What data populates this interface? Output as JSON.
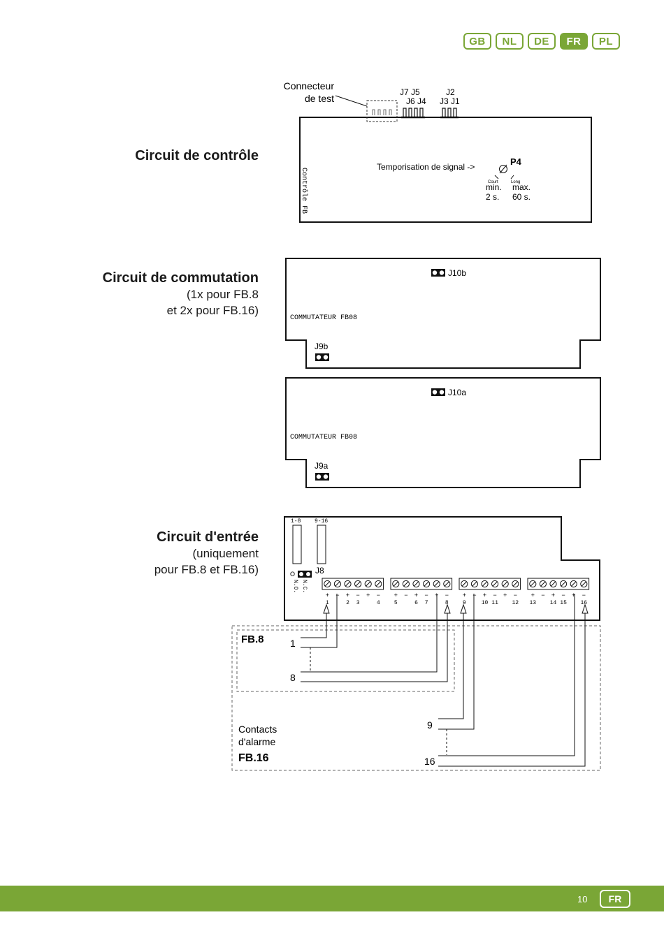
{
  "languages": [
    {
      "code": "GB",
      "active": false
    },
    {
      "code": "NL",
      "active": false
    },
    {
      "code": "DE",
      "active": false
    },
    {
      "code": "FR",
      "active": true
    },
    {
      "code": "PL",
      "active": false
    }
  ],
  "sections": {
    "control": {
      "title": "Circuit de contrôle"
    },
    "switching": {
      "title": "Circuit de commutation",
      "sub1": "(1x pour FB.8",
      "sub2": "et 2x pour FB.16)"
    },
    "input": {
      "title": "Circuit d'entrée",
      "sub1": "(uniquement",
      "sub2": "pour FB.8 et FB.16)"
    }
  },
  "control_board": {
    "test_connector_line1": "Connecteur",
    "test_connector_line2": "de test",
    "j7_j5": "J7  J5",
    "j6_j4": "J6  J4",
    "j2": "J2",
    "j3_j1": "J3  J1",
    "board_label": "Contrôle FB",
    "timer_label": "Temporisation de signal  ->",
    "pot": "P4",
    "court": "Court",
    "long": "Long",
    "min": "min.",
    "max": "max.",
    "min_val": "2 s.",
    "max_val": "60 s."
  },
  "switch_board_b": {
    "jumper_top": "J10b",
    "label": "COMMUTATEUR FB08",
    "jumper_bottom": "J9b"
  },
  "switch_board_a": {
    "jumper_top": "J10a",
    "label": "COMMUTATEUR FB08",
    "jumper_bottom": "J9a"
  },
  "input_board": {
    "slot1": "1-8",
    "slot2": "9-16",
    "j8": "J8",
    "nc": "N.C.",
    "no": "N.O.",
    "o_mark": "O",
    "terminal_numbers": [
      "1",
      "2",
      "3",
      "4",
      "5",
      "6",
      "7",
      "8",
      "9",
      "10",
      "11",
      "12",
      "13",
      "14",
      "15",
      "16"
    ],
    "plus": "+",
    "minus": "−"
  },
  "wiring": {
    "fb8": "FB.8",
    "label_1": "1",
    "label_8": "8",
    "contacts_line1": "Contacts",
    "contacts_line2": "d'alarme",
    "fb16": "FB.16",
    "label_9": "9",
    "label_16": "16"
  },
  "footer": {
    "page": "10",
    "lang": "FR"
  }
}
